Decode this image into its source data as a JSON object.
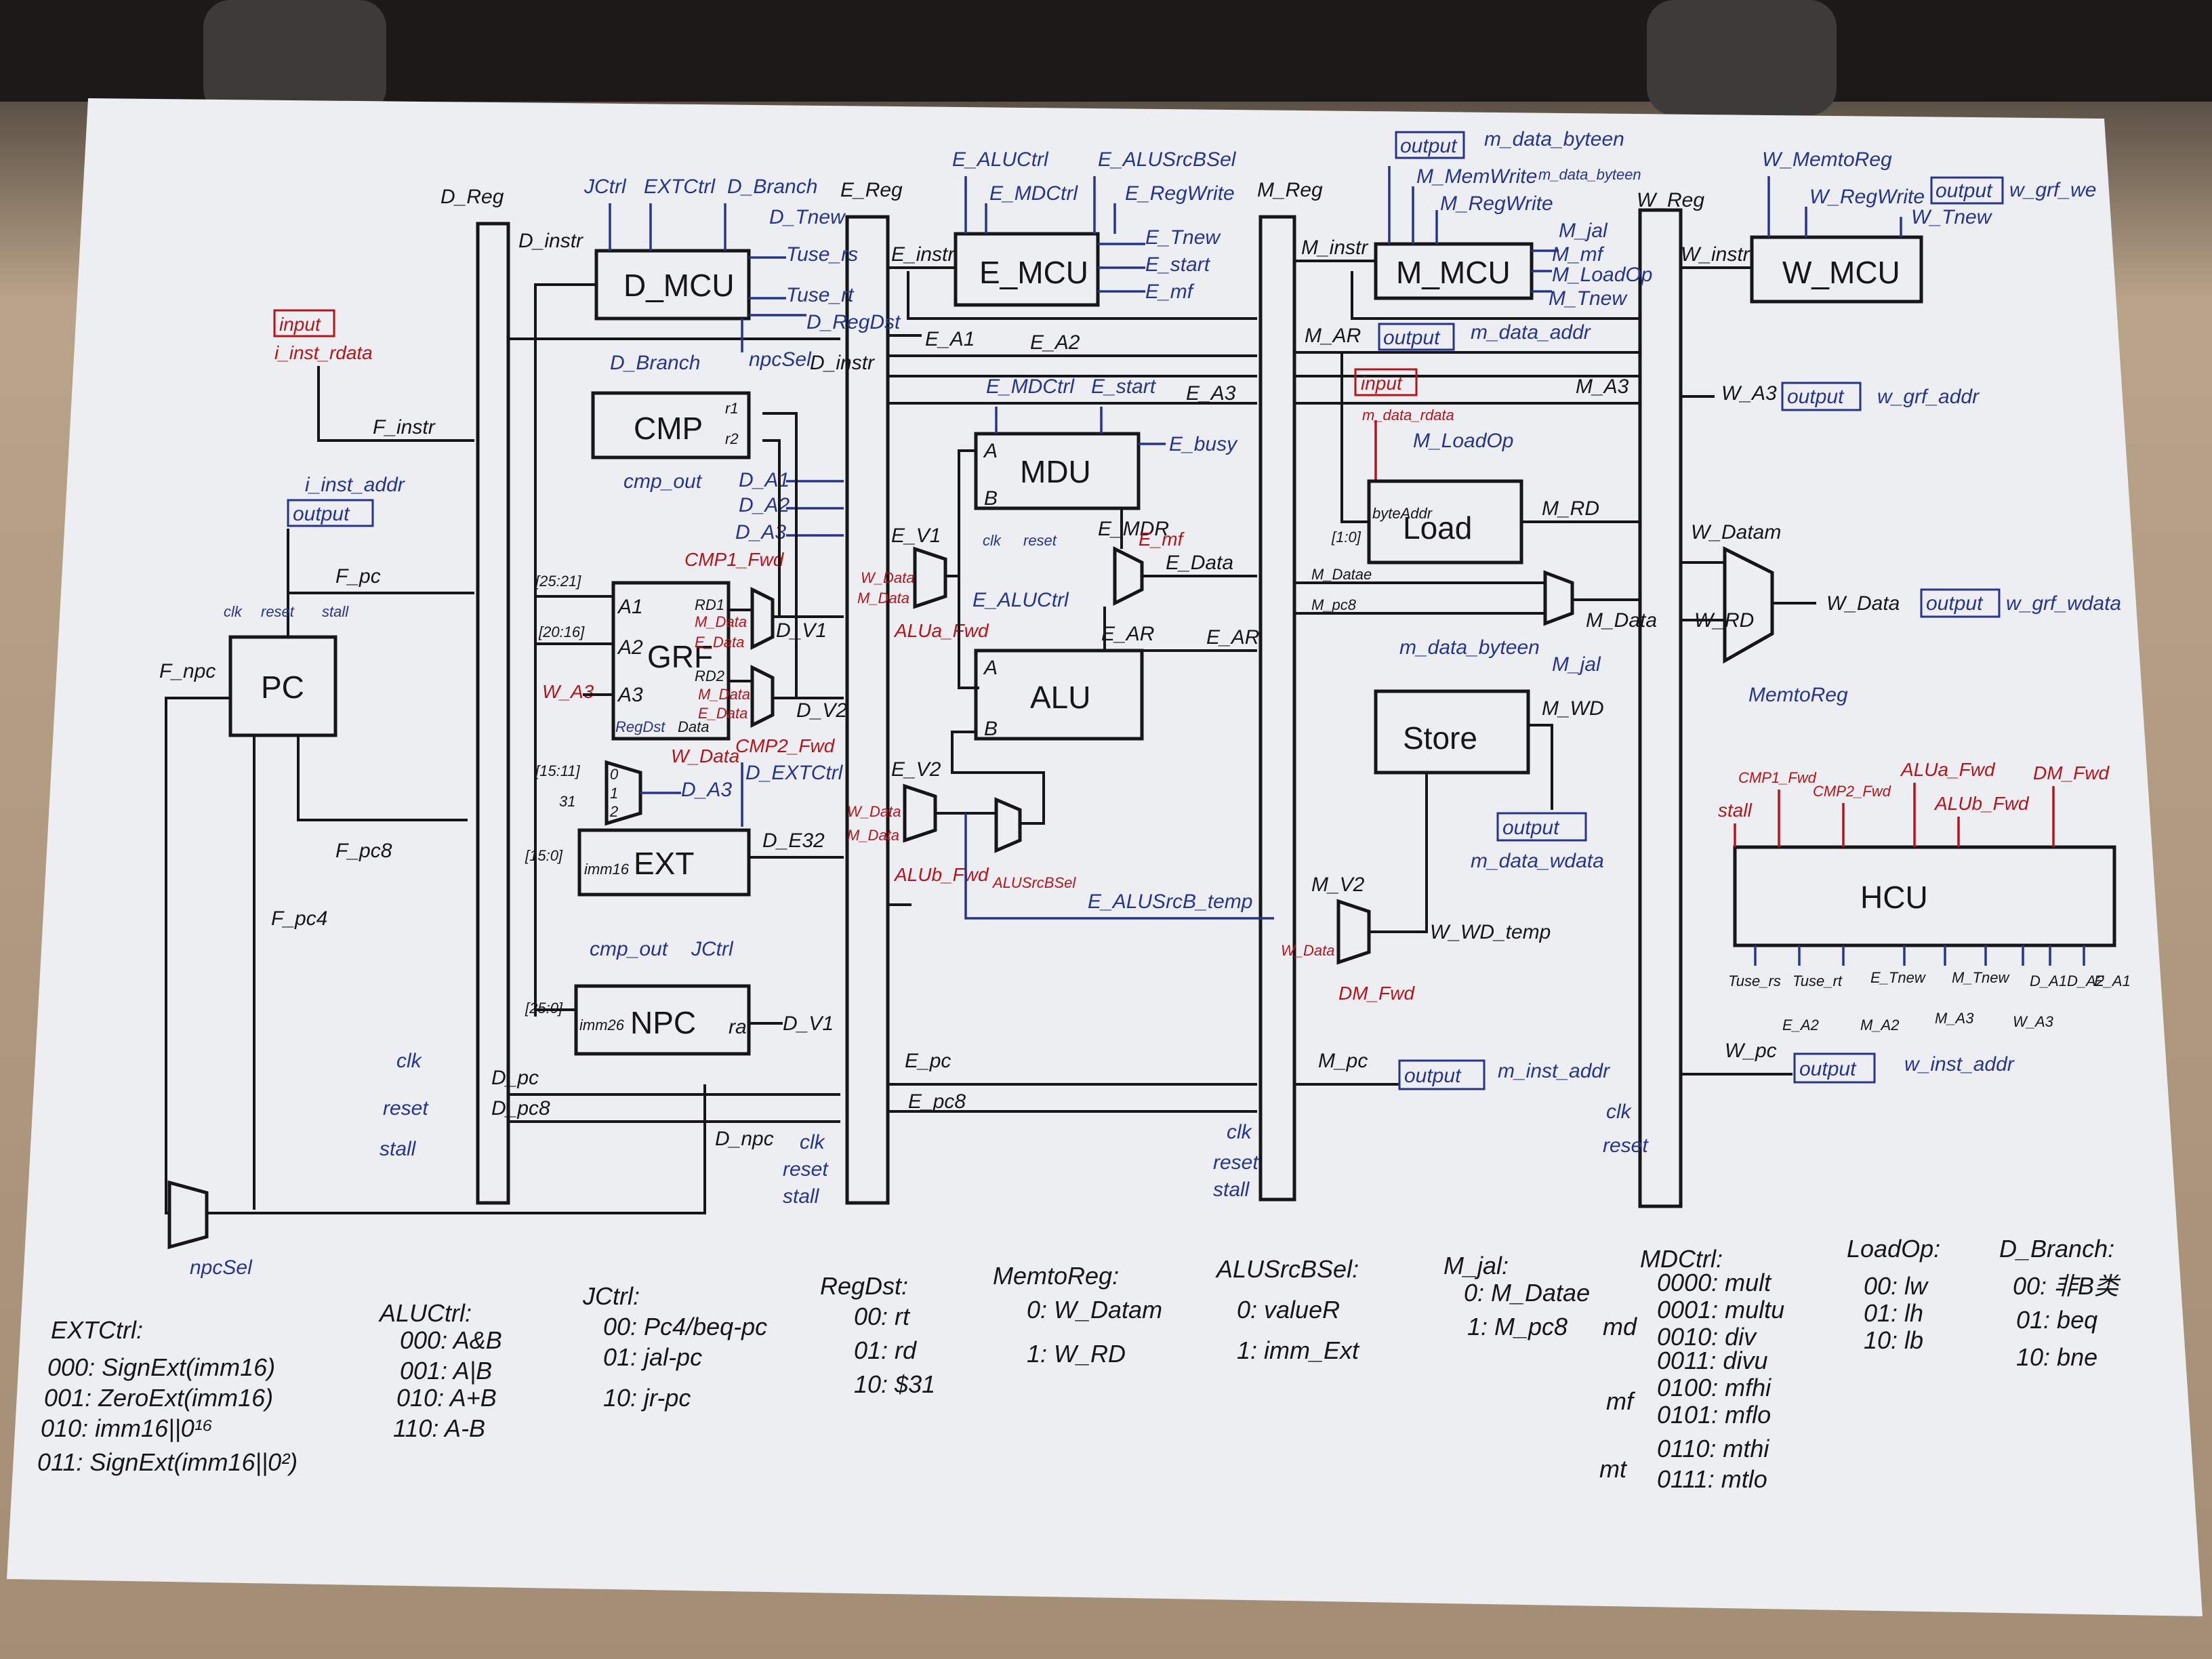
{
  "registers": {
    "d_reg": "D_Reg",
    "e_reg": "E_Reg",
    "m_reg": "M_Reg",
    "w_reg": "W_Reg"
  },
  "blocks": {
    "pc": "PC",
    "d_mcu": "D_MCU",
    "cmp": "CMP",
    "grf": "GRF",
    "ext": "EXT",
    "npc": "NPC",
    "e_mcu": "E_MCU",
    "mdu": "MDU",
    "alu": "ALU",
    "m_mcu": "M_MCU",
    "load": "Load",
    "store": "Store",
    "w_mcu": "W_MCU",
    "hcu": "HCU"
  },
  "tags": {
    "input": "input",
    "output": "output"
  },
  "labels": {
    "i_inst_rdata": "i_inst_rdata",
    "i_inst_addr": "i_inst_addr",
    "f_instr": "F_instr",
    "f_pc": "F_pc",
    "f_pc8": "F_pc8",
    "f_pc4": "F_pc4",
    "f_npc": "F_npc",
    "clk": "clk",
    "reset": "reset",
    "stall": "stall",
    "npc_sel": "npcSel",
    "d_instr": "D_instr",
    "d_instr2": "D_instr",
    "jctrl": "JCtrl",
    "extctrl": "EXTCtrl",
    "d_branch": "D_Branch",
    "d_tnew": "D_Tnew",
    "tuse_rs": "Tuse_rs",
    "tuse_rt": "Tuse_rt",
    "d_regdst": "D_RegDst",
    "cmp_out": "cmp_out",
    "r1": "r1",
    "r2": "r2",
    "d_a1": "D_A1",
    "d_a2": "D_A2",
    "d_a3": "D_A3",
    "b25_21": "[25:21]",
    "b20_16": "[20:16]",
    "b15_11": "[15:11]",
    "b31": "31",
    "b15_0a": "[15:0]",
    "b25_0": "[25:0]",
    "a1": "A1",
    "a2": "A2",
    "a3": "A3",
    "rd1": "RD1",
    "rd2": "RD2",
    "regdst": "RegDst",
    "data": "Data",
    "w_a3": "W_A3",
    "w_data_in": "W_Data",
    "m_data_in": "M_Data",
    "e_data_in": "E_Data",
    "cmp1_fwd": "CMP1_Fwd",
    "cmp2_fwd": "CMP2_Fwd",
    "d_v1": "D_V1",
    "d_v2": "D_V2",
    "mux0": "0",
    "mux1": "1",
    "mux2": "2",
    "d_extctrl": "D_EXTCtrl",
    "d_e32": "D_E32",
    "imm16": "imm16",
    "imm26": "imm26",
    "cmp_out2": "cmp_out",
    "jctrl2": "JCtrl",
    "ra": "ra",
    "d_pc": "D_pc",
    "d_pc8": "D_pc8",
    "d_npc": "D_npc",
    "e_aluctrl_top": "E_ALUCtrl",
    "e_mdctrl": "E_MDCtrl",
    "e_alusrcbsel": "E_ALUSrcBSel",
    "e_regwrite": "E_RegWrite",
    "e_tnew": "E_Tnew",
    "e_start": "E_start",
    "e_mf": "E_mf",
    "e_instr": "E_instr",
    "e_a1": "E_A1",
    "e_a2": "E_A2",
    "e_a3": "E_A3",
    "e_mdctrl2": "E_MDCtrl",
    "e_start2": "E_start",
    "e_busy": "E_busy",
    "mdu_a": "A",
    "mdu_b": "B",
    "e_mdr": "E_MDR",
    "e_mf2": "E_mf",
    "e_data": "E_Data",
    "e_v1": "E_V1",
    "e_v2": "E_V2",
    "alua_fwd": "ALUa_Fwd",
    "alub_fwd": "ALUb_Fwd",
    "alusrcbsel": "ALUSrcBSel",
    "e_aluctrl": "E_ALUCtrl",
    "e_ar": "E_AR",
    "e_ar2": "E_AR",
    "alu_a": "A",
    "alu_b": "B",
    "e_alusrcb_temp": "E_ALUSrcB_temp",
    "e_pc": "E_pc",
    "e_pc8": "E_pc8",
    "m_data_byteen": "m_data_byteen",
    "m_memwrite": "M_MemWrite",
    "m_regwrite": "M_RegWrite",
    "m_data_byteen2": "m_data_byteen",
    "m_instr": "M_instr",
    "m_jal": "M_jal",
    "m_mf": "M_mf",
    "m_loadop": "M_LoadOp",
    "m_tnew": "M_Tnew",
    "m_ar": "M_AR",
    "m_data_addr": "m_data_addr",
    "m_data_rdata": "m_data_rdata",
    "m_loadop2": "M_LoadOp",
    "byte_addr": "byteAddr",
    "b1_0": "[1:0]",
    "m_a3": "M_A3",
    "m_rd": "M_RD",
    "m_datae": "M_Datae",
    "m_pc8": "M_pc8",
    "m_data": "M_Data",
    "m_jal2": "M_jal",
    "m_data_byteen3": "m_data_byteen",
    "m_wd": "M_WD",
    "m_data_wdata": "m_data_wdata",
    "m_v2": "M_V2",
    "w_data_in2": "W_Data",
    "dm_fwd": "DM_Fwd",
    "w_wd_temp": "W_WD_temp",
    "m_pc": "M_pc",
    "m_inst_addr": "m_inst_addr",
    "w_memtoreg": "W_MemtoReg",
    "w_regwrite": "W_RegWrite",
    "w_grf_we": "w_grf_we",
    "w_tnew": "W_Tnew",
    "w_instr": "W_instr",
    "w_a3_out": "W_A3",
    "w_grf_addr": "w_grf_addr",
    "w_datam": "W_Datam",
    "w_rd": "W_RD",
    "w_data": "W_Data",
    "w_grf_wdata": "w_grf_wdata",
    "memtoreg": "MemtoReg",
    "w_pc": "W_pc",
    "w_inst_addr": "w_inst_addr",
    "hcu_stall": "stall",
    "hcu_cmp1": "CMP1_Fwd",
    "hcu_cmp2": "CMP2_Fwd",
    "hcu_alua": "ALUa_Fwd",
    "hcu_alub": "ALUb_Fwd",
    "hcu_dm": "DM_Fwd",
    "hcu_tuse_rs": "Tuse_rs",
    "hcu_tuse_rt": "Tuse_rt",
    "hcu_e_tnew": "E_Tnew",
    "hcu_m_tnew": "M_Tnew",
    "hcu_d_a1": "D_A1",
    "hcu_d_a2": "D_A2",
    "hcu_e_a1": "E_A1",
    "hcu_e_a2": "E_A2",
    "hcu_m_a2": "M_A2",
    "hcu_m_a3": "M_A3",
    "hcu_w_a3": "W_A3"
  },
  "legend": {
    "extctrl": {
      "title": "EXTCtrl:",
      "lines": [
        "000: SignExt(imm16)",
        "001: ZeroExt(imm16)",
        "010: imm16||0¹⁶",
        "011: SignExt(imm16||0²)"
      ]
    },
    "aluctrl": {
      "title": "ALUCtrl:",
      "lines": [
        "000: A&B",
        "001: A|B",
        "010: A+B",
        "110: A-B"
      ]
    },
    "jctrl": {
      "title": "JCtrl:",
      "lines": [
        "00: Pc4/beq-pc",
        "01: jal-pc",
        "10: jr-pc"
      ]
    },
    "regdst": {
      "title": "RegDst:",
      "lines": [
        "00: rt",
        "01: rd",
        "10: $31"
      ]
    },
    "memtoreg": {
      "title": "MemtoReg:",
      "lines": [
        "0: W_Datam",
        "1: W_RD"
      ]
    },
    "alusrcbsel": {
      "title": "ALUSrcBSel:",
      "lines": [
        "0: valueR",
        "1: imm_Ext"
      ]
    },
    "mjal": {
      "title": "M_jal:",
      "lines": [
        "0: M_Datae",
        "1: M_pc8"
      ]
    },
    "mdctrl": {
      "title": "MDCtrl:",
      "groups": [
        {
          "name": "md",
          "lines": [
            "0000: mult",
            "0001: multu",
            "0010: div",
            "0011: divu"
          ]
        },
        {
          "name": "mf",
          "lines": [
            "0100: mfhi",
            "0101: mflo"
          ]
        },
        {
          "name": "mt",
          "lines": [
            "0110: mthi",
            "0111: mtlo"
          ]
        }
      ]
    },
    "loadop": {
      "title": "LoadOp:",
      "lines": [
        "00: lw",
        "01: lh",
        "10: lb"
      ]
    },
    "dbranch": {
      "title": "D_Branch:",
      "lines": [
        "00: 非B类",
        "01: beq",
        "10: bne"
      ]
    }
  },
  "colors": {
    "paper": "#eceef2",
    "ink": "#161616",
    "blue_ink": "#27348b",
    "red_ink": "#b4141c"
  }
}
